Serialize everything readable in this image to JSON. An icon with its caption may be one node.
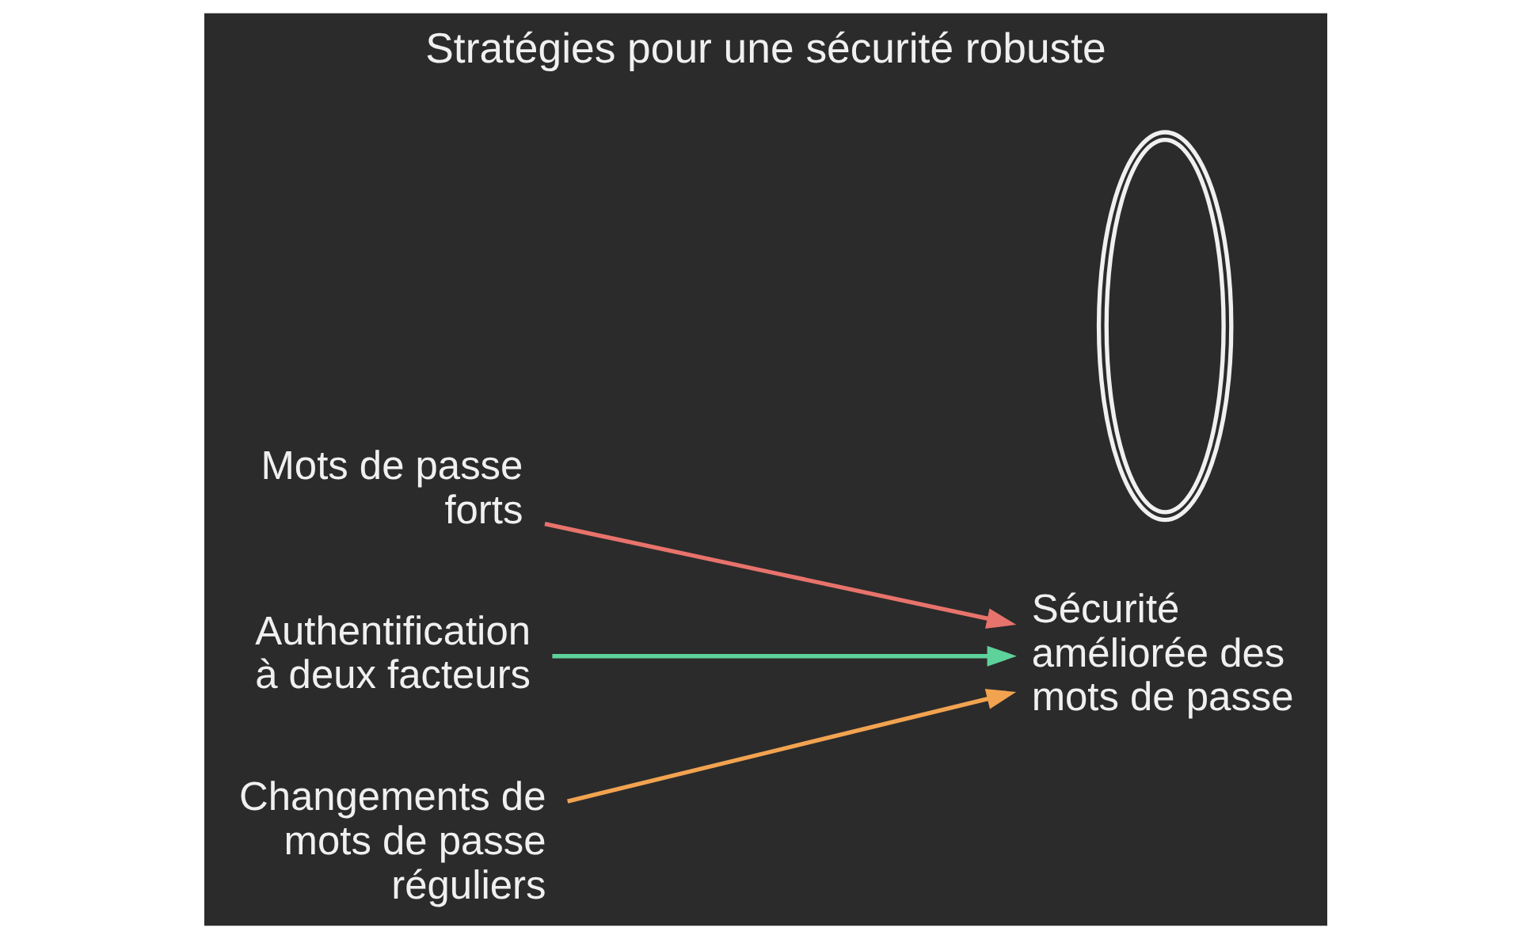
{
  "diagram": {
    "title": "Stratégies pour une sécurité robuste",
    "nodes": [
      {
        "text": [
          "Mots de passe forts"
        ]
      },
      {
        "text": [
          "Authentification à deux facteurs"
        ]
      },
      {
        "text": [
          "Changements de mots de passe réguliers"
        ]
      },
      {
        "text": [
          "Sécurité améliorée des mots de passe"
        ]
      },
      {
        "text": [],
        "shape": "lens"
      }
    ],
    "edges": [
      {
        "from": 0,
        "to": 3,
        "arrow": "to",
        "color": "#e8736c"
      },
      {
        "from": 1,
        "to": 3,
        "arrow": "to",
        "color": "#5ed29b"
      },
      {
        "from": 2,
        "to": 3,
        "arrow": "to",
        "color": "#f2a350"
      }
    ]
  }
}
